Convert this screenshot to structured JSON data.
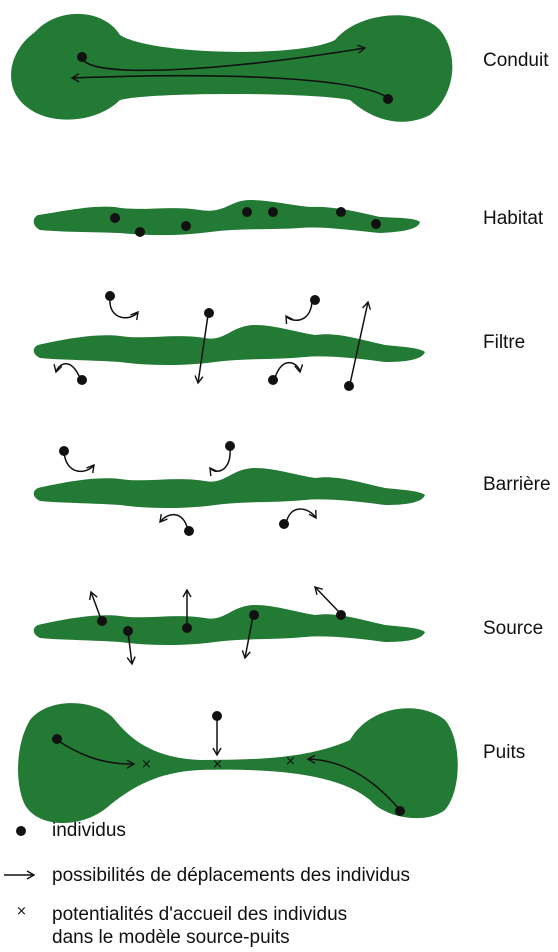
{
  "colors": {
    "green_dark": "#237a35",
    "green_light": "#3a9a4a",
    "dot": "#111111",
    "arrow": "#111111"
  },
  "rows": [
    {
      "id": "conduit",
      "label": "Conduit"
    },
    {
      "id": "habitat",
      "label": "Habitat"
    },
    {
      "id": "filtre",
      "label": "Filtre"
    },
    {
      "id": "barriere",
      "label": "Barrière"
    },
    {
      "id": "source",
      "label": "Source"
    },
    {
      "id": "puits",
      "label": "Puits"
    }
  ],
  "legend": {
    "individus": "individus",
    "deplacements": "possibilités de déplacements des individus",
    "accueil_line1": "potentialités d'accueil des individus",
    "accueil_line2": "dans le modèle source-puits"
  }
}
